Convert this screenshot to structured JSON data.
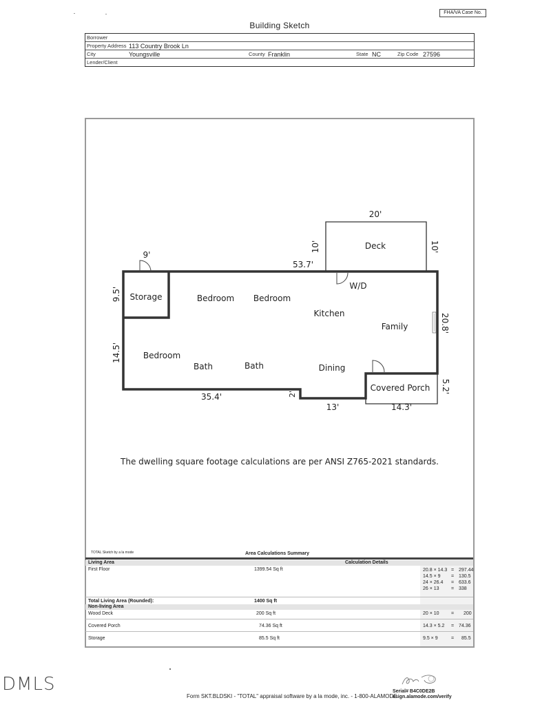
{
  "header": {
    "case_label": "FHA/VA Case No.",
    "title": "Building Sketch"
  },
  "info": {
    "borrower_label": "Borrower",
    "borrower_value": "",
    "address_label": "Property Address",
    "address_value": "113 Country Brook Ln",
    "city_label": "City",
    "city_value": "Youngsville",
    "county_label": "County",
    "county_value": "Franklin",
    "state_label": "State",
    "state_value": "NC",
    "zip_label": "Zip Code",
    "zip_value": "27596",
    "lender_label": "Lender/Client",
    "lender_value": ""
  },
  "sketch": {
    "rooms": {
      "storage": "Storage",
      "bedroom_1": "Bedroom",
      "bedroom_2": "Bedroom",
      "bedroom_3": "Bedroom",
      "bath_1": "Bath",
      "bath_2": "Bath",
      "kitchen": "Kitchen",
      "wd": "W/D",
      "family": "Family",
      "dining": "Dining",
      "covered_porch": "Covered Porch",
      "deck": "Deck"
    },
    "dimensions": {
      "deck_top": "20'",
      "deck_left": "10'",
      "deck_right": "10'",
      "storage_top": "9'",
      "main_top": "53.7'",
      "storage_left": "9.5'",
      "main_left": "14.5'",
      "right_side": "20.8'",
      "bottom_left": "35.4'",
      "step": "2'",
      "bottom_mid": "13'",
      "porch_bottom": "14.3'",
      "porch_right": "5.2'"
    },
    "note": "The dwelling square footage calculations are per ANSI Z765-2021 standards."
  },
  "calculations": {
    "credit": "TOTAL Sketch by a la mode",
    "summary_title": "Area Calculations Summary",
    "living_area_label": "Living Area",
    "calc_details_label": "Calculation Details",
    "first_floor": {
      "label": "First Floor",
      "area": "1399.54 Sq ft"
    },
    "first_floor_calcs": [
      {
        "expr": "20.8 × 14.3",
        "eq": "=",
        "val": "297.44"
      },
      {
        "expr": "14.5 × 9",
        "eq": "=",
        "val": "130.5"
      },
      {
        "expr": "24 × 26.4",
        "eq": "=",
        "val": "633.6"
      },
      {
        "expr": "26 × 13",
        "eq": "=",
        "val": "338"
      }
    ],
    "total_label": "Total Living Area (Rounded):",
    "total_value": "1400 Sq ft",
    "non_living_label": "Non-living Area",
    "non_living": [
      {
        "label": "Wood Deck",
        "area": "200 Sq ft",
        "expr": "20 × 10",
        "eq": "=",
        "val": "200"
      },
      {
        "label": "Covered Porch",
        "area": "74.36 Sq ft",
        "expr": "14.3 × 5.2",
        "eq": "=",
        "val": "74.36"
      },
      {
        "label": "Storage",
        "area": "85.5 Sq ft",
        "expr": "9.5 × 9",
        "eq": "=",
        "val": "85.5"
      }
    ]
  },
  "footer": {
    "mls": "DMLS",
    "form": "Form SKT.BLDSKI - \"TOTAL\" appraisal software by a la mode, inc. - 1-800-ALAMODE",
    "serial": "Serial# B4C0DE2B",
    "verify": "esign.alamode.com/verify"
  }
}
